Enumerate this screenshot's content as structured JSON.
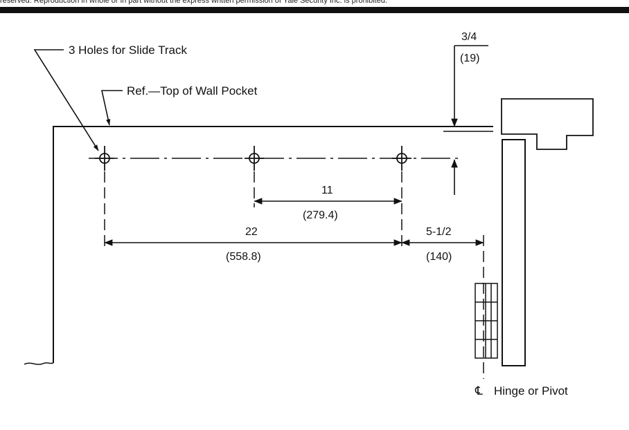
{
  "header": {
    "copyright": "reserved. Reproduction in whole or in part without the express written permission of Yale Security Inc. is prohibited."
  },
  "labels": {
    "holes": "3 Holes for Slide Track",
    "reference": "Ref.—Top of Wall Pocket",
    "centerline_symbol": "℄",
    "hinge": "Hinge or Pivot"
  },
  "dimensions": {
    "top_offset": {
      "imperial": "3/4",
      "metric": "(19)"
    },
    "hole_spacing_short": {
      "imperial": "11",
      "metric": "(279.4)"
    },
    "hole_spacing_long": {
      "imperial": "22",
      "metric": "(558.8)"
    },
    "hinge_offset": {
      "imperial": "5-1/2",
      "metric": "(140)"
    }
  }
}
